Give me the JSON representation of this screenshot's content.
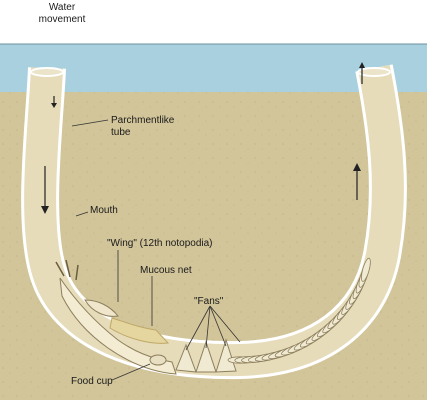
{
  "labels": {
    "water_movement": "Water movement",
    "tube": "Parchmentlike tube",
    "mouth": "Mouth",
    "wing": "\"Wing\" (12th notopodia)",
    "mucous_net": "Mucous net",
    "fans": "\"Fans\"",
    "food_cup": "Food cup"
  },
  "colors": {
    "water": "#a9d0df",
    "sediment": "#d2c59a",
    "tube_fill": "#e6dcba",
    "tube_outline": "#ffffff",
    "worm_body": "#f3ebd2",
    "mucous_net": "#e5d6a0",
    "arrow": "#222222"
  }
}
